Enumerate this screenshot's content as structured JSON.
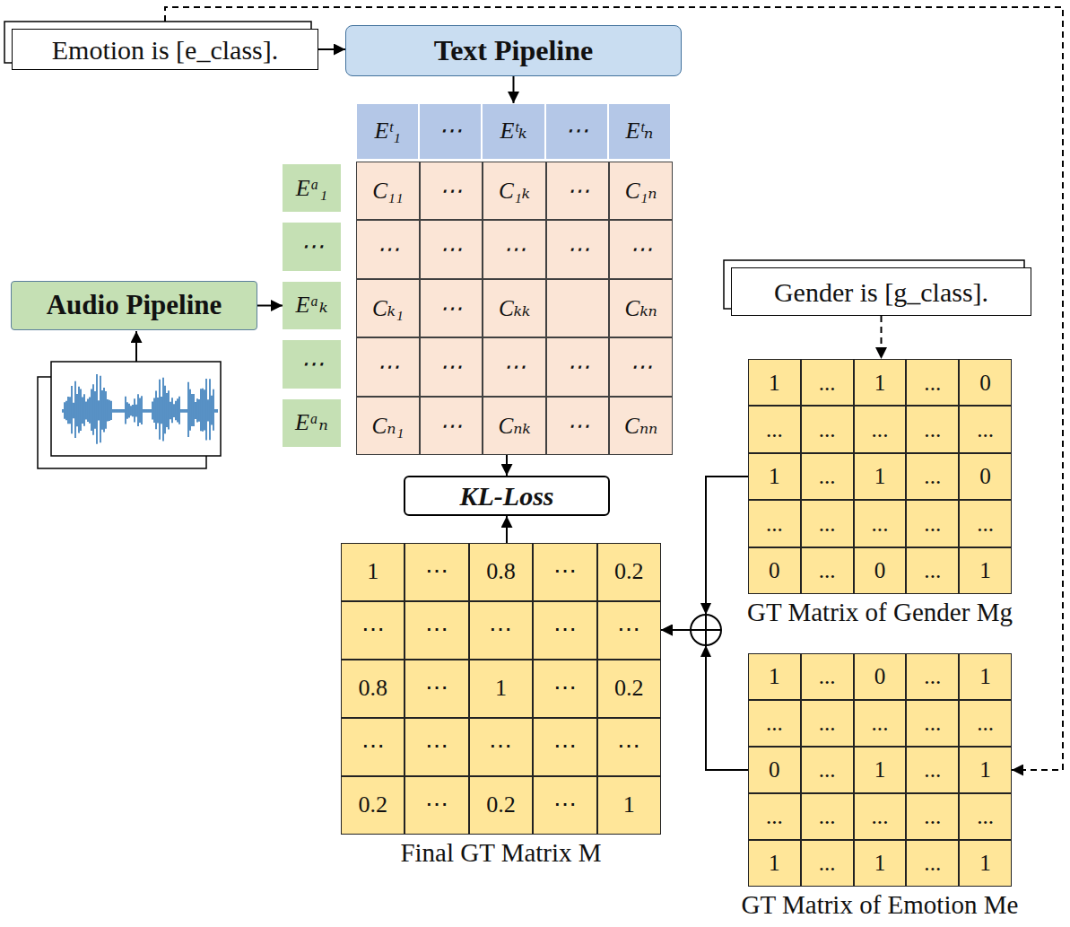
{
  "diagram": {
    "nodes": [
      {
        "text": [
          "Emotion is [e_class]."
        ]
      },
      {
        "text": [
          "Text Pipeline"
        ]
      },
      {
        "text": [
          "Eᵗ₁",
          "⋯",
          "Eᵗₖ",
          "⋯",
          "Eᵗₙ"
        ]
      },
      {
        "text": [
          "Eᵃ₁",
          "⋯",
          "Eᵃₖ",
          "⋯",
          "Eᵃₙ"
        ]
      },
      {
        "text": [
          "Audio Pipeline"
        ]
      },
      {
        "text": [
          "C₁₁",
          "⋯",
          "C₁ₖ",
          "⋯",
          "C₁ₙ",
          "⋯",
          "⋯",
          "⋯",
          "⋯",
          "⋯",
          "Cₖ₁",
          "⋯",
          "Cₖₖ",
          "Cₖₙ",
          "⋯",
          "⋯",
          "⋯",
          "⋯",
          "⋯",
          "Cₙ₁",
          "⋯",
          "Cₙₖ",
          "⋯",
          "Cₙₙ"
        ]
      },
      {
        "text": [
          "KL-Loss"
        ]
      },
      {
        "text": [
          "Gender is [g_class]."
        ]
      },
      {
        "text": [
          "1",
          "...",
          "1",
          "...",
          "0",
          "...",
          "...",
          "...",
          "...",
          "...",
          "1",
          "...",
          "1",
          "...",
          "0",
          "...",
          "...",
          "...",
          "...",
          "...",
          "0",
          "...",
          "0",
          "...",
          "1",
          "GT Matrix of Gender Mg"
        ]
      },
      {
        "text": [
          "1",
          "⋯",
          "0.8",
          "⋯",
          "0.2",
          "⋯",
          "⋯",
          "⋯",
          "⋯",
          "⋯",
          "0.8",
          "⋯",
          "1",
          "⋯",
          "0.2",
          "⋯",
          "⋯",
          "⋯",
          "⋯",
          "⋯",
          "0.2",
          "⋯",
          "0.2",
          "⋯",
          "1",
          "Final GT Matrix M"
        ]
      },
      {
        "text": [
          "1",
          "...",
          "0",
          "...",
          "1",
          "...",
          "...",
          "...",
          "...",
          "...",
          "0",
          "...",
          "1",
          "...",
          "1",
          "...",
          "...",
          "...",
          "...",
          "...",
          "1",
          "...",
          "1",
          "...",
          "1",
          "GT Matrix of Emotion Me"
        ]
      }
    ],
    "edges": [
      {
        "from": 0,
        "to": 1,
        "arrow": "to"
      },
      {
        "from": 1,
        "to": 2,
        "arrow": "to"
      },
      {
        "from": 4,
        "to": 3,
        "arrow": "to"
      },
      {
        "from": 5,
        "to": 6,
        "arrow": "to"
      },
      {
        "from": 9,
        "to": 6,
        "arrow": "to"
      },
      {
        "from": 7,
        "to": 8,
        "arrow": "to"
      },
      {
        "from": 8,
        "to": 9,
        "arrow": "to"
      },
      {
        "from": 10,
        "to": 9,
        "arrow": "to"
      },
      {
        "from": 0,
        "to": 10,
        "arrow": "to"
      }
    ]
  }
}
